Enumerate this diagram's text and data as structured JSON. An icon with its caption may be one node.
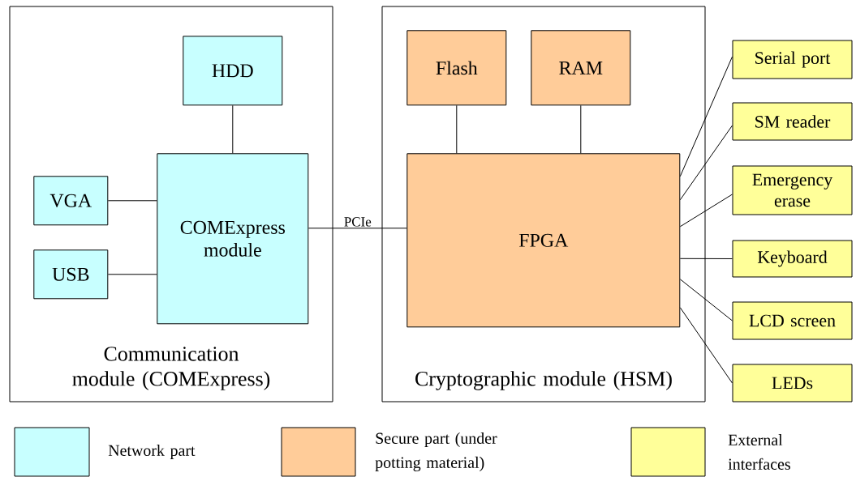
{
  "diagram": {
    "nodes": [
      {
        "text": [
          "Communication module (COMExpress)"
        ]
      },
      {
        "text": [
          "HDD"
        ],
        "in": 0
      },
      {
        "text": [
          "VGA"
        ],
        "in": 0
      },
      {
        "text": [
          "USB"
        ],
        "in": 0
      },
      {
        "text": [
          "COMExpress module"
        ],
        "in": 0
      },
      {
        "text": [
          "Cryptographic module (HSM)"
        ]
      },
      {
        "text": [
          "Flash"
        ],
        "in": 5
      },
      {
        "text": [
          "RAM"
        ],
        "in": 5
      },
      {
        "text": [
          "FPGA"
        ],
        "in": 5
      },
      {
        "text": [
          "Serial port"
        ]
      },
      {
        "text": [
          "SM reader"
        ]
      },
      {
        "text": [
          "Emergency erase"
        ]
      },
      {
        "text": [
          "Keyboard"
        ]
      },
      {
        "text": [
          "LCD screen"
        ]
      },
      {
        "text": [
          "LEDs"
        ]
      }
    ],
    "edges": [
      {
        "from": 1,
        "to": 4,
        "arrow": "none"
      },
      {
        "from": 2,
        "to": 4,
        "arrow": "none"
      },
      {
        "from": 3,
        "to": 4,
        "arrow": "none"
      },
      {
        "from": 4,
        "to": 8,
        "arrow": "none",
        "label": "PCIe"
      },
      {
        "from": 6,
        "to": 8,
        "arrow": "none"
      },
      {
        "from": 7,
        "to": 8,
        "arrow": "none"
      },
      {
        "from": 8,
        "to": 9,
        "arrow": "none"
      },
      {
        "from": 8,
        "to": 10,
        "arrow": "none"
      },
      {
        "from": 8,
        "to": 11,
        "arrow": "none"
      },
      {
        "from": 8,
        "to": 12,
        "arrow": "none"
      },
      {
        "from": 8,
        "to": 13,
        "arrow": "none"
      },
      {
        "from": 8,
        "to": 14,
        "arrow": "none"
      }
    ],
    "legend": [
      {
        "text": "Network part",
        "color": "#c8ffff"
      },
      {
        "text": "Secure part (under potting material)",
        "color": "#ffcc99"
      },
      {
        "text": "External interfaces",
        "color": "#ffff99"
      }
    ]
  }
}
